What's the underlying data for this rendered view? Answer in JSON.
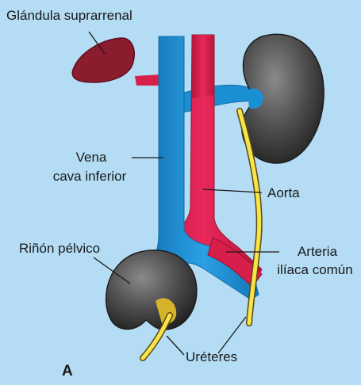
{
  "figure": {
    "panel_letter": "A",
    "labels": {
      "adrenal_gland": "Glándula suprarrenal",
      "ivc_line1": "Vena",
      "ivc_line2": "cava inferior",
      "aorta": "Aorta",
      "pelvic_kidney": "Riñón pélvico",
      "iliac_line1": "Arteria",
      "iliac_line2": "ilíaca común",
      "ureters": "Uréteres"
    },
    "colors": {
      "background": "#b4dcf4",
      "vein": "#1b8fd3",
      "artery": "#d81e4a",
      "adrenal": "#8a1c2e",
      "kidney": "#4a4a4a",
      "ureter": "#f7e34a"
    }
  }
}
